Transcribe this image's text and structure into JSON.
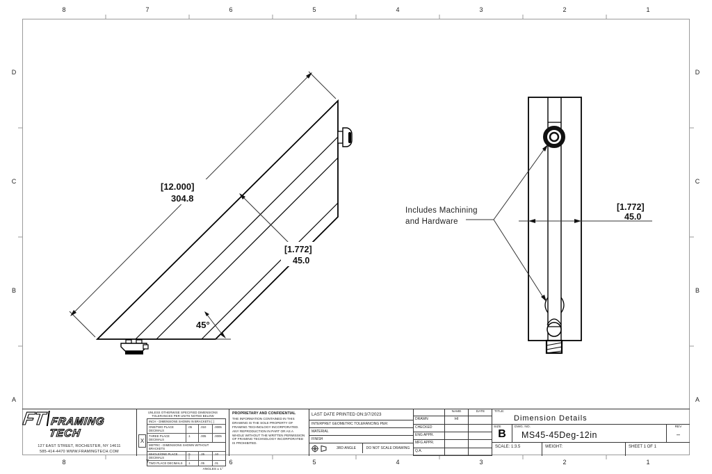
{
  "sheet": {
    "zones_h": [
      "8",
      "7",
      "6",
      "5",
      "4",
      "3",
      "2",
      "1"
    ],
    "zones_v": [
      "D",
      "C",
      "B",
      "A"
    ]
  },
  "views": {
    "length_in": "[12.000]",
    "length_mm": "304.8",
    "width_in": "[1.772]",
    "width_mm": "45.0",
    "angle": "45°",
    "note_line1": "Includes Machining",
    "note_line2": "and Hardware"
  },
  "logo": {
    "brand_ft": "FT",
    "brand_name": "FRAMING TECH",
    "address": "127 EAST STREET, ROCHESTER, NY 14611",
    "phone_web": "585-414-4470  WWW.FRAMINGTECH.COM"
  },
  "tolerances": {
    "header": "UNLESS OTHERWISE SPECIFIED DIMENSIONS TOLERANCES PER UNITS NOTED BELOW",
    "inch_label": "INCH - DIMENSIONS SHOWN IN BRACKETS [ ]",
    "inch_r1": [
      "ONE/TWO PLACE DECIMALS",
      ".05",
      ".010",
      ".0005"
    ],
    "inch_r2": [
      "THREE PLACE DECIMALS",
      ".1",
      ".005",
      ".0005"
    ],
    "metric_label": "METRIC - DIMENSIONS SHOWN WITHOUT BRACKETS",
    "metric_r1": [
      "WHOLE/ONE PLACE DECIMALS",
      ".5",
      ".25",
      ".10"
    ],
    "metric_r2": [
      "TWO PLACE DECIMALS",
      ".1",
      ".05",
      ".01"
    ],
    "checkbox": "X",
    "angles": "ANGLES ± 1°"
  },
  "proprietary": {
    "title": "PROPRIETARY AND CONFIDENTIAL",
    "body": "THE INFORMATION CONTAINED IN THIS DRAWING IS THE SOLE PROPERTY OF FRAMING TECHNOLOGY INCORPORATED.  ANY REPRODUCTION IN PART OR AS A WHOLE WITHOUT THE WRITTEN PERMISSION OF FRAMING TECHNOLOGY INCORPORATED IS PROHIBITED."
  },
  "info": {
    "printed": "LAST DATE PRINTED ON:3/7/2023",
    "interpret": "INTERPRET GEOMETRIC TOLERANCING PER:",
    "material": "MATERIAL",
    "finish": "FINISH",
    "angle_proj": "3RD ANGLE",
    "no_scale": "DO NOT SCALE DRAWING"
  },
  "approvals": {
    "name_header": "NAME",
    "date_header": "DATE",
    "rows": [
      {
        "label": "DRAWN",
        "name": "HI"
      },
      {
        "label": "CHECKED",
        "name": ""
      },
      {
        "label": "ENG APPR.",
        "name": ""
      },
      {
        "label": "MFG APPR.",
        "name": ""
      },
      {
        "label": "Q.A.",
        "name": ""
      }
    ]
  },
  "title_block": {
    "title_label": "TITLE:",
    "title": "Dimension Details",
    "size_label": "SIZE",
    "size": "B",
    "dwg_label": "DWG. NO.",
    "dwg_no": "MS45-45Deg-12in",
    "rev_label": "REV",
    "rev": "–",
    "scale": "SCALE: 1:3.5",
    "weight": "WEIGHT:",
    "sheet": "SHEET 1 OF 1"
  }
}
